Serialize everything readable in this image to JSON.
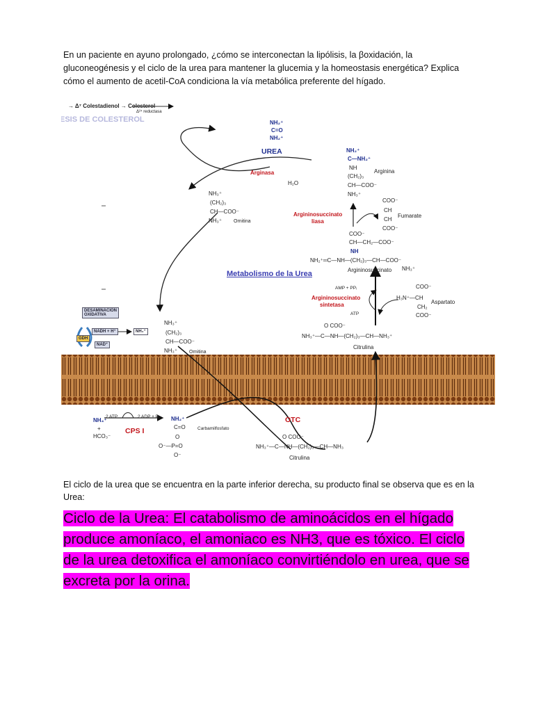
{
  "question": "En un paciente en ayuno prolongado, ¿cómo se interconectan la lipólisis, la βoxidación, la gluconeogénesis y el ciclo de la urea para mantener la glucemia y la homeostasis energética? Explica cómo el aumento de acetil-CoA condiciona la vía metabólica preferente del hígado.",
  "figure": {
    "top_fragment": "→ Δ⁷ Colestadienol → Colesterol",
    "top_reductase": "Δ²⁴ reductasa",
    "header_left": "ESIS DE COLESTEROL",
    "title": "Metabolismo de la Urea",
    "urea_formula": [
      "NH₂⁺",
      "C=O",
      "NH₂⁺"
    ],
    "urea_label": "UREA",
    "arginasa": "Arginasa",
    "h2o": "H₂O",
    "arginina_formula": [
      "NH₂⁺",
      "C—NH₂⁺",
      "NH",
      "(CH₂)₃",
      "CH—COO⁻",
      "NH₃⁺"
    ],
    "arginina": "Arginina",
    "ornitina_formula": [
      "NH₃⁺",
      "(CH₂)₃",
      "CH—COO⁻",
      "NH₃⁺"
    ],
    "ornitina": "Ornitina",
    "argininosuccinato_liasa": [
      "Argininosuccinato",
      "liasa"
    ],
    "fumarate_formula": [
      "COO⁻",
      "CH",
      "CH",
      "COO⁻"
    ],
    "fumarate": "Fumarate",
    "argininosuccinato_formula": [
      "COO⁻",
      "CH—CH₂—COO⁻",
      "NH",
      "NH₂⁺═C—NH—(CH₂)₃—CH—COO⁻",
      "NH₃⁺"
    ],
    "argininosuccinato": "Argininosuccinato",
    "amp_pp": "AMP + PPᵢ",
    "atp": "ATP",
    "argininosuccinato_sintetasa": [
      "Argininosuccinato",
      "sintetasa"
    ],
    "aspartato_formula": [
      "COO⁻",
      "H₃N⁺—CH",
      "CH₂",
      "COO⁻"
    ],
    "aspartato": "Aspartato",
    "citrulina_formula_top": [
      "O       COO⁻",
      "NH₃⁺—C—NH—(CH₂)₃—CH—NH₃⁺"
    ],
    "citrulina": "Citrulina",
    "desaminacion": [
      "DESAMINACION",
      "OXIDATIVA"
    ],
    "nadh": "NADH +",
    "h_plus": "H⁺",
    "nh4_box": "NH₄⁺",
    "gdh": "GDH",
    "nad": "NAD⁺",
    "ornitina_mito_formula": [
      "NH₃⁺",
      "(CH₂)₃",
      "CH—COO⁻",
      "NH₃⁺"
    ],
    "ornitina_mito": "Ornitina",
    "nh4_in": "NH₄⁺",
    "two_atp": "2 ATP",
    "two_adp": "2 ADP + Pᵢ",
    "hco3": "HCO₃⁻",
    "plus": "+",
    "cps1": "CPS I",
    "carbamoil_formula": [
      "NH₂⁺",
      "C=O",
      "O",
      "O⁻—P=O",
      "O⁻"
    ],
    "carbamoil": "Carbamilfosfato",
    "otc": "OTC",
    "citrulina_bottom_formula": [
      "O          COO⁻",
      "NH₃⁺—C—NH—(CH₂)₃—CH—NH₃"
    ],
    "citrulina_bottom": "Citrulina"
  },
  "caption": "El ciclo de la urea que se encuentra en la parte inferior derecha, su producto final se observa que es en la Urea:",
  "highlight": "Ciclo de la Urea: El catabolismo de aminoácidos en el hígado produce amoníaco, el amoniaco es NH3, que es tóxico. El ciclo de la urea detoxifica el amoníaco convirtiéndolo en urea, que se excreta por la orina.",
  "colors": {
    "highlight": "#ff00ff",
    "membrane": "#8a4a1e",
    "enzyme_red": "#c2151b",
    "blue_label": "#1f2f8f"
  }
}
